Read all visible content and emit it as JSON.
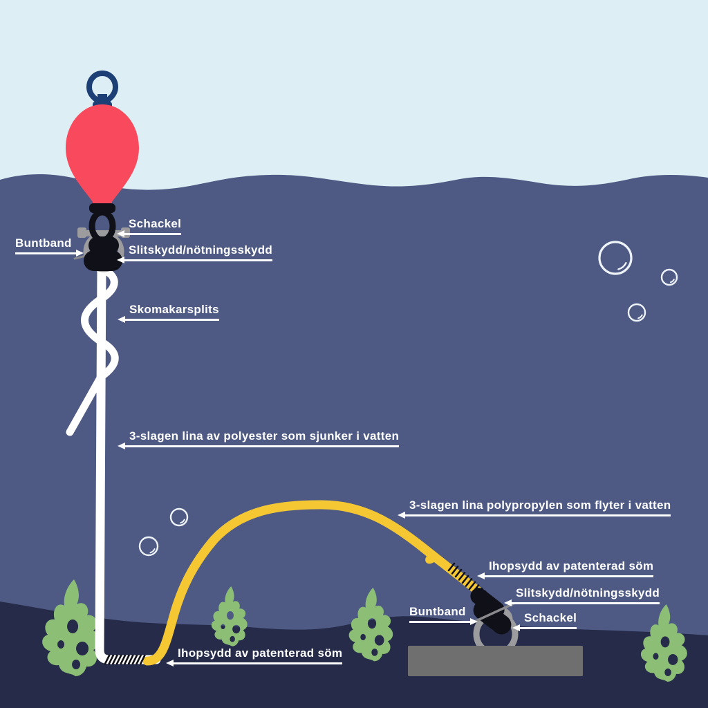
{
  "colors": {
    "sky": "#ddeef4",
    "water": "#4e5a84",
    "seabed": "#252b48",
    "buoy_red": "#f9495c",
    "handle_navy": "#1c3f76",
    "rope_white": "#ffffff",
    "rope_yellow": "#f5c733",
    "seaweed_green": "#8cbe75",
    "anchor_gray": "#6f6f6f",
    "hardware_gray": "#9c9c9e",
    "pin_gray": "#8a8a8e",
    "hardware_black": "#101018",
    "bubble": "#eef3f8",
    "label_text": "#ffffff"
  },
  "labels": {
    "schackel_top": "Schackel",
    "buntband_top": "Buntband",
    "slitskydd_top": "Slitskydd/nötningsskydd",
    "skomakarsplits": "Skomakarsplits",
    "lina_polyester": "3-slagen lina av polyester som sjunker i vatten",
    "lina_polypropylen": "3-slagen lina polypropylen som flyter i vatten",
    "ihopsydd_right": "Ihopsydd av patenterad söm",
    "slitskydd_bottom": "Slitskydd/nötningsskydd",
    "buntband_bottom": "Buntband",
    "schackel_bottom": "Schackel",
    "ihopsydd_bottom": "Ihopsydd av patenterad söm"
  }
}
